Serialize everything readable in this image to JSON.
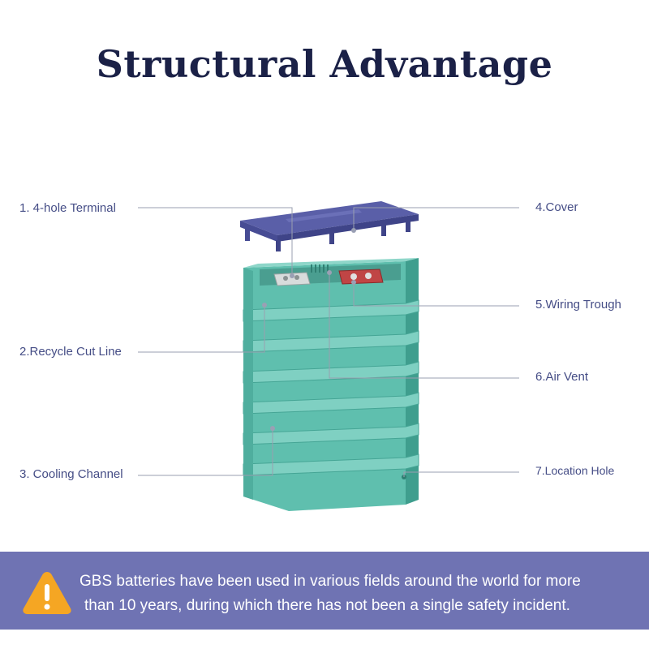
{
  "title": "Structural Advantage",
  "labels": {
    "terminal": "1. 4-hole Terminal",
    "cut_line": "2.Recycle Cut Line",
    "cooling": "3. Cooling Channel",
    "cover": "4.Cover",
    "wiring": "5.Wiring Trough",
    "vent": "6.Air Vent",
    "location": "7.Location Hole"
  },
  "banner": {
    "line1": "GBS batteries have been used in various fields around the world for more",
    "line2": "than 10 years, during which there has not been a single safety incident.",
    "icon": "warning-icon"
  },
  "colors": {
    "title": "#1b2147",
    "label": "#454d86",
    "battery": "#5fbfae",
    "cover": "#5a5fa8",
    "banner": "#6f73b3",
    "warning": "#f5a623"
  }
}
